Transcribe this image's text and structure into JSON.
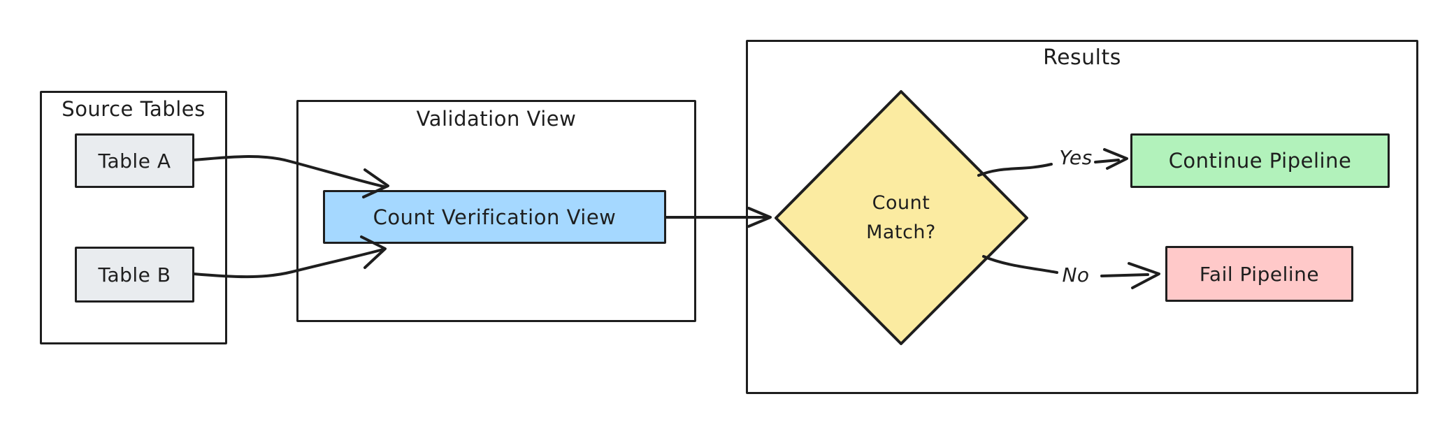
{
  "diagram": {
    "containers": {
      "source": {
        "title": "Source Tables"
      },
      "validation": {
        "title": "Validation View"
      },
      "results": {
        "title": "Results"
      }
    },
    "nodes": {
      "table_a": {
        "label": "Table A",
        "fill": "#e9ecef"
      },
      "table_b": {
        "label": "Table B",
        "fill": "#e9ecef"
      },
      "count_verification_view": {
        "label": "Count Verification View",
        "fill": "#a5d8ff"
      },
      "count_match": {
        "label": "Count\nMatch?",
        "fill": "#fbeba1"
      },
      "continue_pipeline": {
        "label": "Continue Pipeline",
        "fill": "#b2f2bb"
      },
      "fail_pipeline": {
        "label": "Fail Pipeline",
        "fill": "#ffc9c9"
      }
    },
    "edge_labels": {
      "yes": "Yes",
      "no": "No"
    },
    "colors": {
      "ink": "#1e1e1e",
      "background": "#ffffff"
    }
  }
}
